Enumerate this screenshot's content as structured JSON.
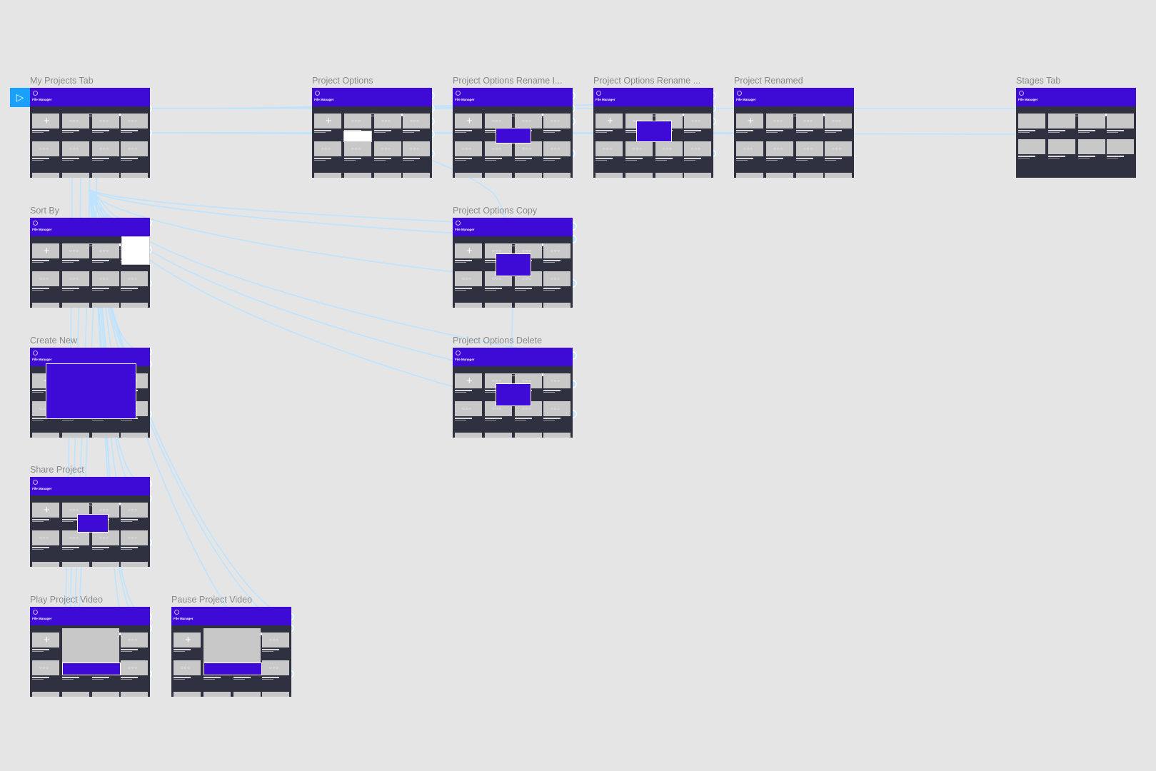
{
  "canvas": {
    "background": "#e5e5e5",
    "accent": "#3d0ad6",
    "connector": "#bde3ff",
    "start_button_color": "#18a0fb"
  },
  "start_flow": {
    "icon": "play-icon"
  },
  "frames": [
    {
      "id": "my-projects-tab",
      "label": "My Projects Tab",
      "app_title": "File Manager",
      "variant": "grid"
    },
    {
      "id": "project-options",
      "label": "Project Options",
      "app_title": "File Manager",
      "variant": "grid"
    },
    {
      "id": "project-options-rename-1",
      "label": "Project Options Rename I...",
      "app_title": "File Manager",
      "variant": "grid"
    },
    {
      "id": "project-options-rename-2",
      "label": "Project Options Rename ...",
      "app_title": "File Manager",
      "variant": "grid"
    },
    {
      "id": "project-renamed",
      "label": "Project Renamed",
      "app_title": "File Manager",
      "variant": "grid"
    },
    {
      "id": "stages-tab",
      "label": "Stages Tab",
      "app_title": "File Manager",
      "variant": "stages"
    },
    {
      "id": "sort-by",
      "label": "Sort By",
      "app_title": "File Manager",
      "variant": "grid"
    },
    {
      "id": "project-options-copy",
      "label": "Project Options Copy",
      "app_title": "File Manager",
      "variant": "grid"
    },
    {
      "id": "create-new",
      "label": "Create New",
      "app_title": "File Manager",
      "variant": "grid"
    },
    {
      "id": "project-options-delete",
      "label": "Project Options Delete",
      "app_title": "File Manager",
      "variant": "grid"
    },
    {
      "id": "share-project",
      "label": "Share Project",
      "app_title": "File Manager",
      "variant": "grid"
    },
    {
      "id": "play-project-video",
      "label": "Play Project Video",
      "app_title": "File Manager",
      "variant": "video"
    },
    {
      "id": "pause-project-video",
      "label": "Pause Project Video",
      "app_title": "File Manager",
      "variant": "video"
    }
  ]
}
